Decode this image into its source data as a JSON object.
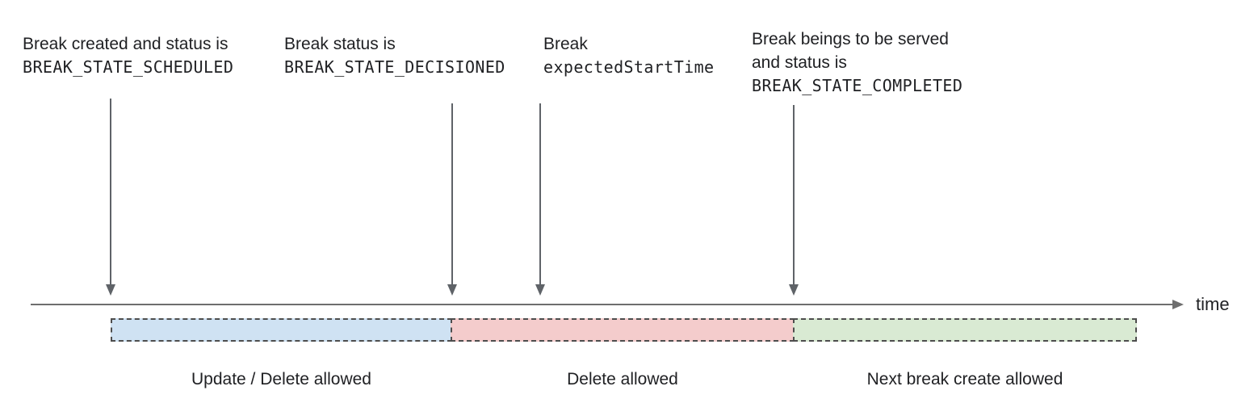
{
  "annotations": [
    {
      "lines": [
        "Break created and status is"
      ],
      "code": "BREAK_STATE_SCHEDULED"
    },
    {
      "lines": [
        "Break status is"
      ],
      "code": "BREAK_STATE_DECISIONED"
    },
    {
      "lines": [
        "Break"
      ],
      "code": "expectedStartTime"
    },
    {
      "lines": [
        "Break beings to be served",
        "and status is"
      ],
      "code": "BREAK_STATE_COMPLETED"
    }
  ],
  "axis": {
    "label": "time"
  },
  "segments": [
    {
      "label": "Update / Delete allowed",
      "fill": "#cfe2f3"
    },
    {
      "label": "Delete allowed",
      "fill": "#f4cccc"
    },
    {
      "label": "Next break create allowed",
      "fill": "#d9ead3"
    }
  ],
  "colors": {
    "arrow": "#5f6368",
    "axis": "#6e6e6e",
    "segment_border": "#4d4d4d",
    "text": "#202124"
  }
}
